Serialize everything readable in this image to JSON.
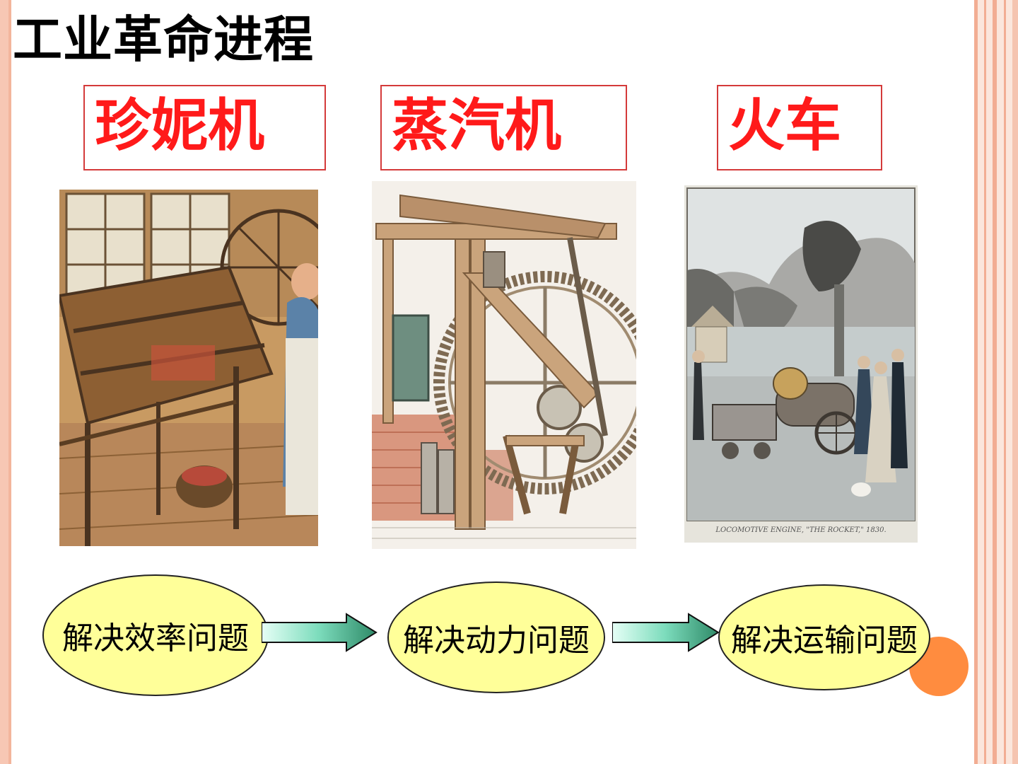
{
  "slide": {
    "title": "工业革命进程",
    "labels": [
      "珍妮机",
      "蒸汽机",
      "火车"
    ],
    "images": [
      {
        "icon": "spinning-jenny-illustration"
      },
      {
        "icon": "steam-engine-illustration"
      },
      {
        "icon": "locomotive-illustration",
        "caption": "LOCOMOTIVE ENGINE, \"THE ROCKET,\" 1830."
      }
    ],
    "flow": [
      "解决效率问题",
      "解决动力问题",
      "解决运输问题"
    ],
    "colors": {
      "label_text": "#ff1a1a",
      "label_border": "#d43a3a",
      "ellipse_fill": "#ffff99",
      "arrow_fill": "#5fc8a8",
      "accent_circle": "#ff8c3f",
      "frame": "#f7c7b4"
    }
  }
}
